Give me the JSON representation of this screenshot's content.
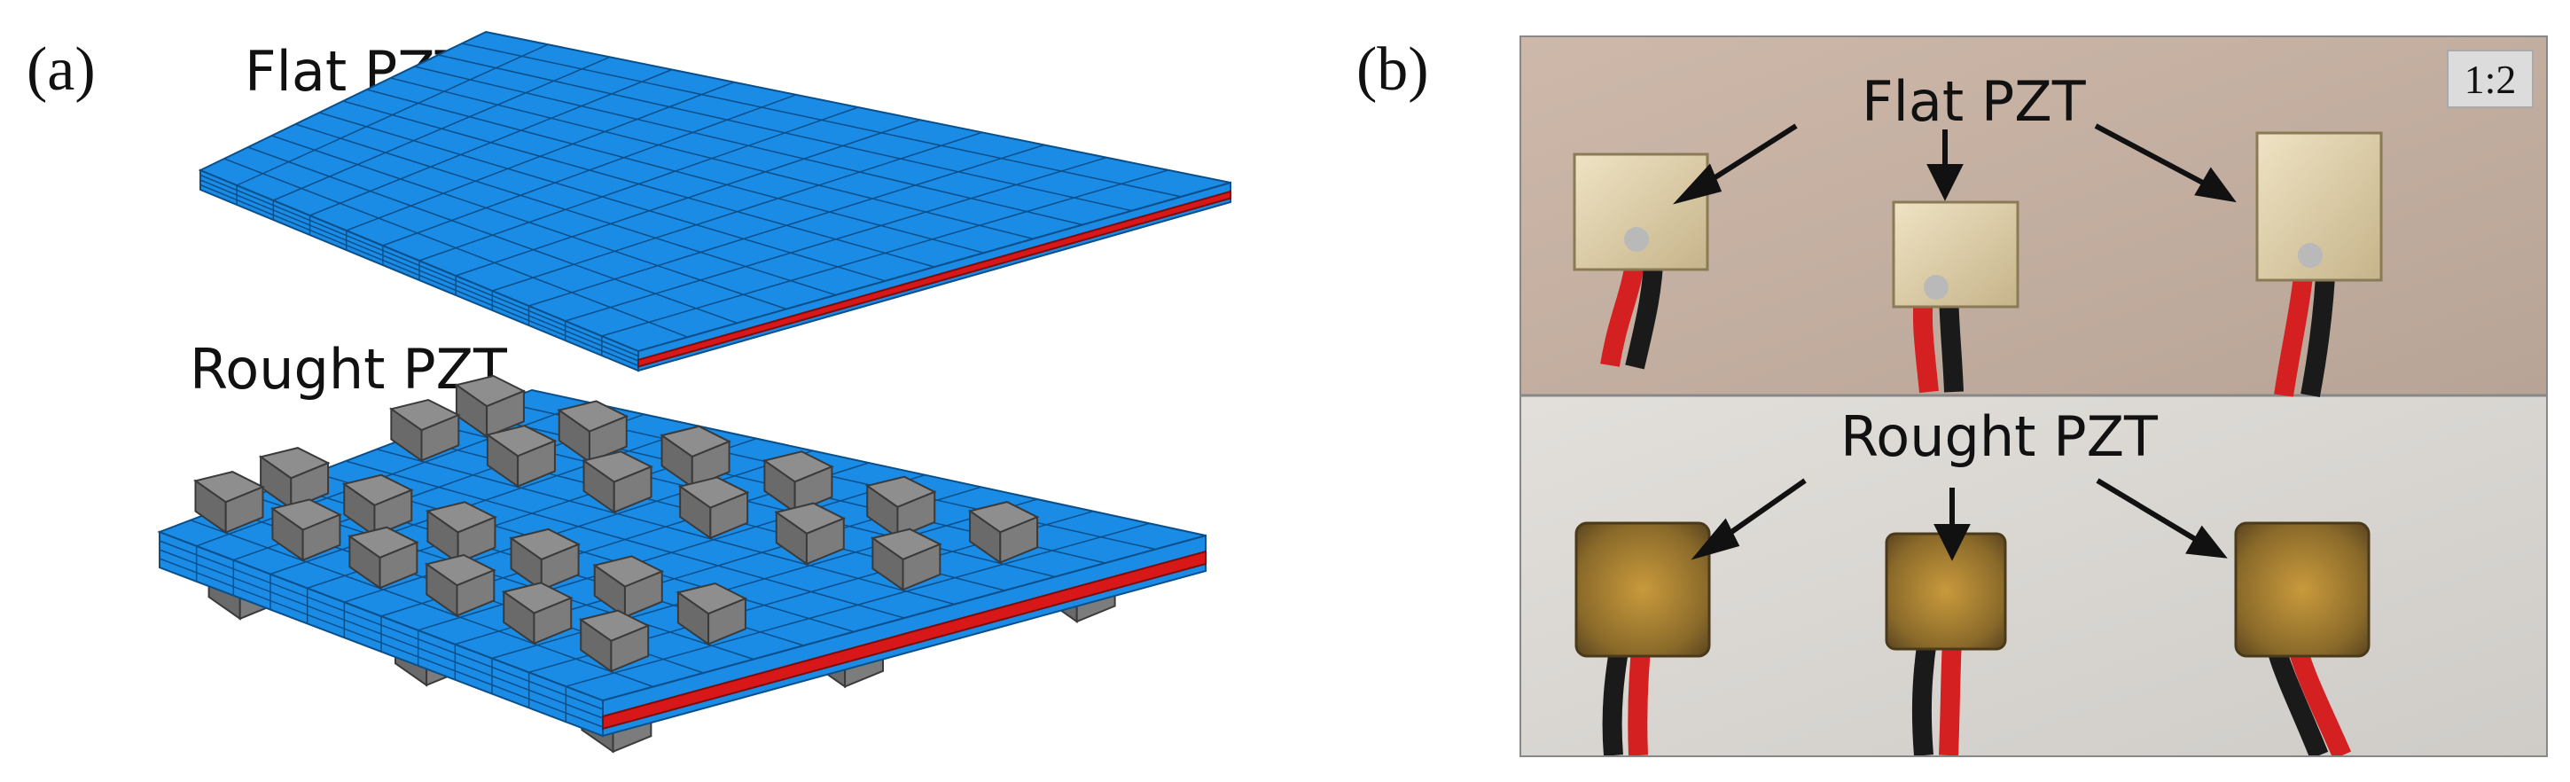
{
  "panel_a": {
    "label": "(a)",
    "flat_caption": "Flat PZT",
    "rough_caption": "Rought PZT",
    "colors": {
      "pzt_face": "#1a8ce6",
      "pzt_edge": "#0b4f8a",
      "electrode": "#d81818",
      "particle": "#7a7a7a"
    }
  },
  "panel_b": {
    "label": "(b)",
    "scale_label": "1:2",
    "flat_caption": "Flat PZT",
    "rough_caption": "Rought PZT"
  }
}
